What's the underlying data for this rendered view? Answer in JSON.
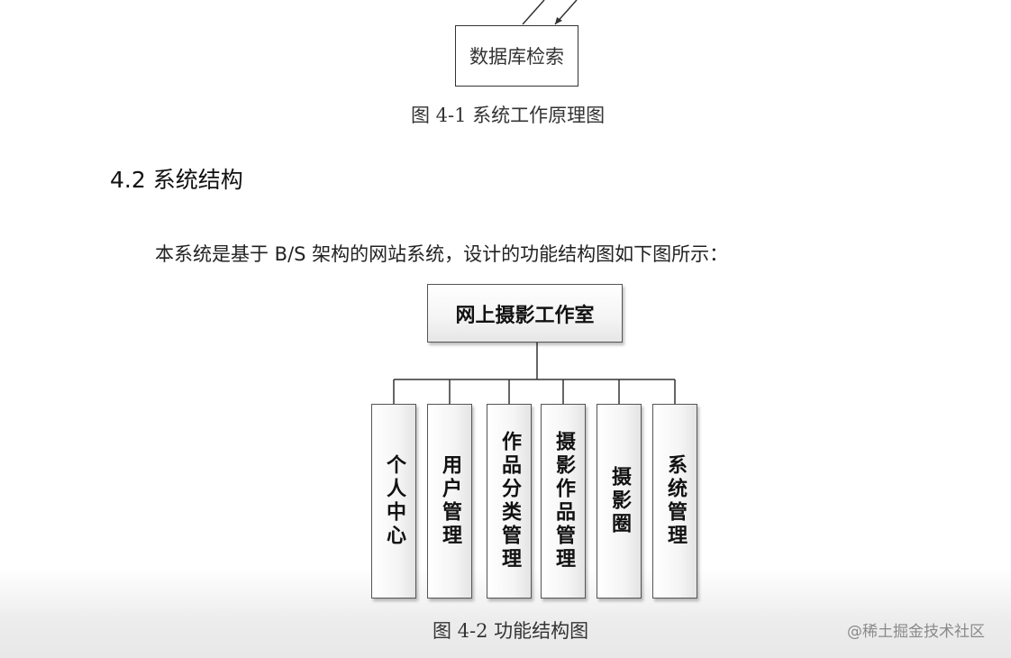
{
  "top_diagram": {
    "db_box_label": "数据库检索",
    "caption": "图 4-1 系统工作原理图"
  },
  "section": {
    "heading": "4.2 系统结构",
    "paragraph": "本系统是基于 B/S 架构的网站系统，设计的功能结构图如下图所示："
  },
  "structure_chart": {
    "root": "网上摄影工作室",
    "modules": [
      "个人中心",
      "用户管理",
      "作品分类管理",
      "摄影作品管理",
      "摄影圈",
      "系统管理"
    ],
    "caption": "图 4-2 功能结构图"
  },
  "watermark": "@稀土掘金技术社区"
}
